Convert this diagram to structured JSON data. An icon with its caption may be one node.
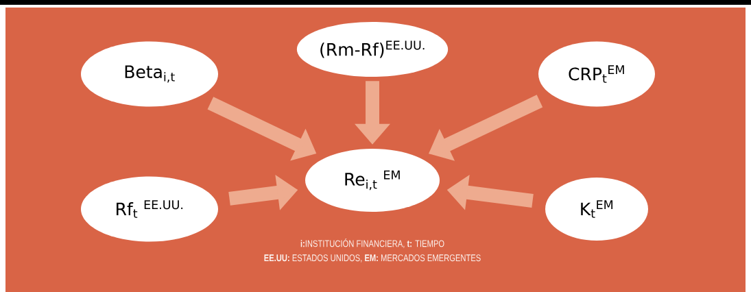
{
  "diagram": {
    "nodes": [
      {
        "text": [
          "Beta$_{i,t}$"
        ]
      },
      {
        "text": [
          "(Rm-Rf)$^{EE.UU.}$"
        ]
      },
      {
        "text": [
          "CRP$_{t}$$^{EM}$"
        ]
      },
      {
        "text": [
          "Re$_{i,t}$ $^{EM}$"
        ]
      },
      {
        "text": [
          "Rf$_{t}$ $^{EE.UU.}$"
        ]
      },
      {
        "text": [
          "K$_{t}$$^{EM}$"
        ]
      }
    ],
    "edges": [
      {
        "from": 0,
        "to": 3,
        "arrow": "to"
      },
      {
        "from": 1,
        "to": 3,
        "arrow": "to"
      },
      {
        "from": 2,
        "to": 3,
        "arrow": "to"
      },
      {
        "from": 4,
        "to": 3,
        "arrow": "to"
      },
      {
        "from": 5,
        "to": 3,
        "arrow": "to"
      }
    ],
    "labels": [
      "**i:**INSTITUCIÓN FINANCIERA, **t:** TIEMPO",
      "**EE.UU:** ESTADOS UNIDOS, **EM:** MERCADOS EMERGENTES"
    ]
  }
}
